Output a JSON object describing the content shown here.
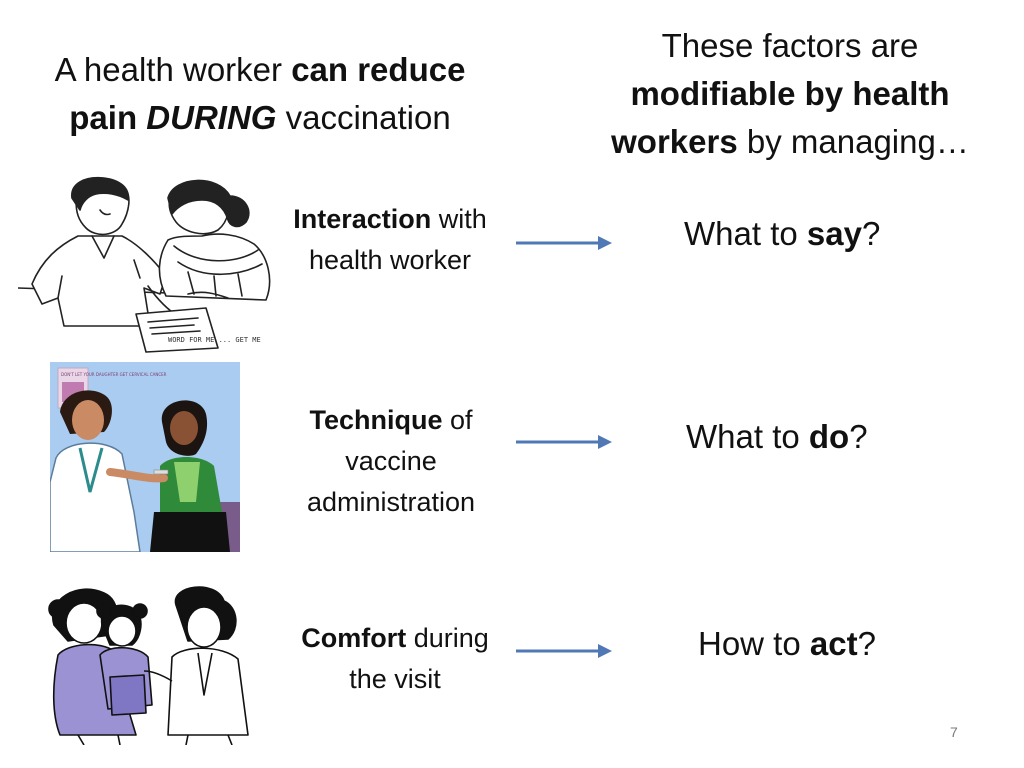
{
  "left_title": {
    "part1": "A health worker ",
    "bold1": "can reduce",
    "bold2": "pain ",
    "italic_bold": "DURING",
    "part2": " vaccination"
  },
  "right_title": {
    "line1": "These factors are",
    "bold1": "modifiable by health",
    "bold2": "workers",
    "part2": " by managing…"
  },
  "factors": [
    {
      "bold": "Interaction",
      "rest": " with health worker"
    },
    {
      "bold": "Technique",
      "rest": " of vaccine administration"
    },
    {
      "bold": "Comfort",
      "rest": " during the visit"
    }
  ],
  "actions": [
    {
      "pre": "What to ",
      "bold": "say",
      "post": "?"
    },
    {
      "pre": "What to ",
      "bold": "do",
      "post": "?"
    },
    {
      "pre": "How to ",
      "bold": "act",
      "post": "?"
    }
  ],
  "illustrations": [
    {
      "icon": "health-worker-consultation-sketch-icon"
    },
    {
      "icon": "nurse-vaccinating-woman-icon"
    },
    {
      "icon": "mother-child-vaccination-icon"
    }
  ],
  "poster_text": "DON'T LET YOUR DAUGHTER GET CERVICAL CANCER",
  "paper_text": "WORD FOR ME ... GET ME",
  "colors": {
    "arrow": "#4f78b5",
    "pagenum": "#7a7a7a",
    "blue_bg": "#a9ccf0",
    "lilac": "#9b92d4"
  },
  "page_number": "7"
}
